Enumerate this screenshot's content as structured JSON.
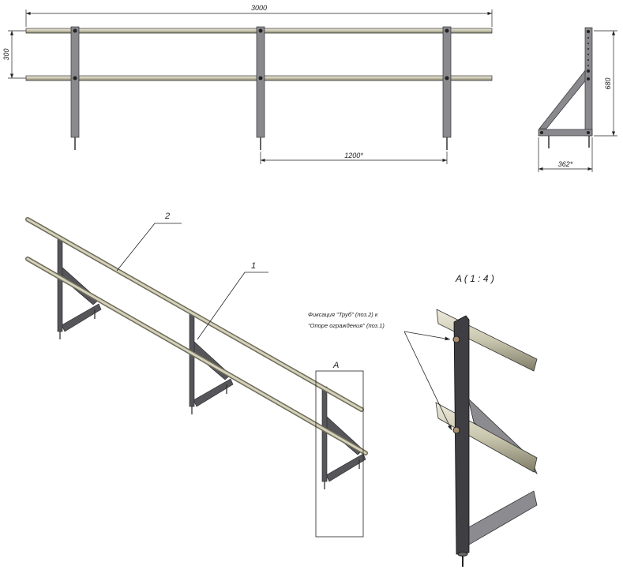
{
  "front_view": {
    "dim_length": "3000",
    "dim_height": "300",
    "dim_spacing": "1200*"
  },
  "side_view": {
    "dim_height": "680",
    "dim_base": "362*"
  },
  "isometric_view": {
    "callout_tube": "2",
    "callout_support": "1",
    "detail_marker": "A"
  },
  "detail_view": {
    "title": "A ( 1 : 4 )",
    "note_line1": "Фиксация \"Труб\" (поз.2) к",
    "note_line2": "\"Опоре ограждения\" (поз.1)"
  },
  "colors": {
    "tube": "#c9c6ae",
    "steel": "#55555a",
    "line": "#222222"
  }
}
